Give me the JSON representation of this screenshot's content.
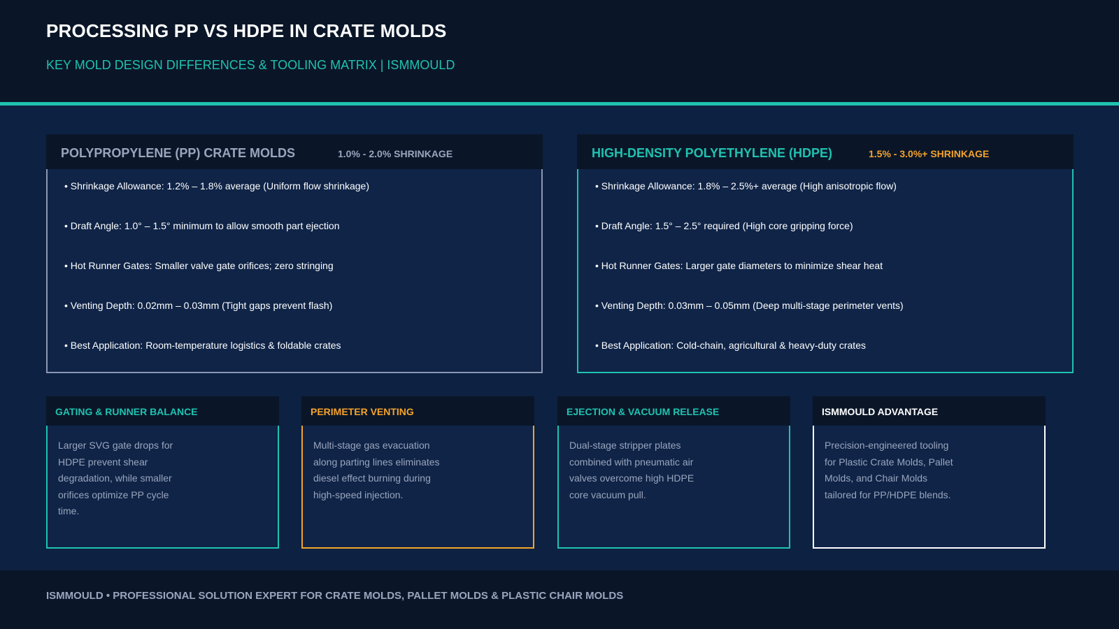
{
  "header": {
    "title": "PROCESSING PP VS HDPE IN CRATE MOLDS",
    "subtitle": "KEY MOLD DESIGN DIFFERENCES & TOOLING MATRIX | ISMMOULD"
  },
  "panels": [
    {
      "title": "POLYPROPYLENE (PP) CRATE MOLDS",
      "badge": "1.0% - 2.0% SHRINKAGE",
      "items": [
        "• Shrinkage Allowance: 1.2% – 1.8% average (Uniform flow shrinkage)",
        "• Draft Angle: 1.0° – 1.5° minimum to allow smooth part ejection",
        "• Hot Runner Gates: Smaller valve gate orifices; zero stringing",
        "• Venting Depth: 0.02mm – 0.03mm (Tight gaps prevent flash)",
        "• Best Application: Room-temperature logistics & foldable crates"
      ]
    },
    {
      "title": "HIGH-DENSITY POLYETHYLENE (HDPE)",
      "badge": "1.5% - 3.0%+ SHRINKAGE",
      "items": [
        "• Shrinkage Allowance: 1.8% – 2.5%+ average (High anisotropic flow)",
        "• Draft Angle: 1.5° – 2.5° required (High core gripping force)",
        "• Hot Runner Gates: Larger gate diameters to minimize shear heat",
        "• Venting Depth: 0.03mm – 0.05mm (Deep multi-stage perimeter vents)",
        "• Best Application: Cold-chain, agricultural & heavy-duty crates"
      ]
    }
  ],
  "cards": [
    {
      "title": "GATING & RUNNER BALANCE",
      "text": "Larger SVG gate drops for HDPE prevent shear degradation, while smaller orifices optimize PP cycle time."
    },
    {
      "title": "PERIMETER VENTING",
      "text": "Multi-stage gas evacuation along parting lines eliminates diesel effect burning during high-speed injection."
    },
    {
      "title": "EJECTION & VACUUM RELEASE",
      "text": "Dual-stage stripper plates combined with pneumatic air valves overcome high HDPE core vacuum pull."
    },
    {
      "title": "ISMMOULD ADVANTAGE",
      "text": "Precision-engineered tooling for Plastic Crate Molds, Pallet Molds, and Chair Molds tailored for PP/HDPE blends."
    }
  ],
  "footer": {
    "text": "ISMMOULD • PROFESSIONAL SOLUTION EXPERT FOR CRATE MOLDS, PALLET MOLDS & PLASTIC CHAIR MOLDS"
  },
  "colors": {
    "background": "#0d2142",
    "header_bg": "#0a1628",
    "teal_accent": "#1fc2b0",
    "orange_accent": "#f5a32b",
    "muted_text": "#9aa5bd"
  }
}
